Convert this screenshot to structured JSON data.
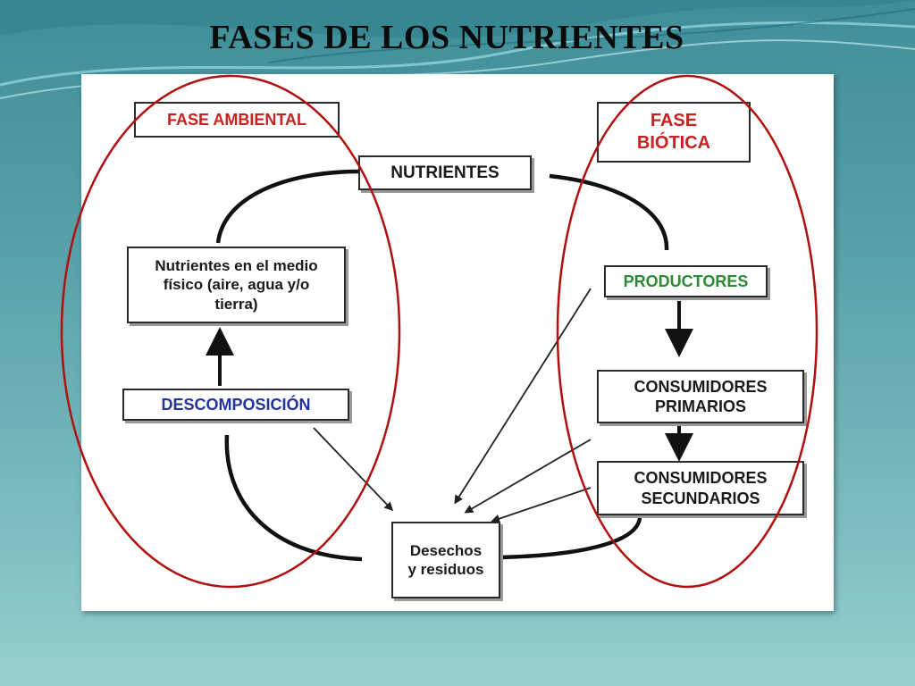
{
  "page": {
    "title": "FASES DE LOS NUTRIENTES"
  },
  "diagram": {
    "fase_ambiental": "FASE AMBIENTAL",
    "fase_biotica_line1": "FASE",
    "fase_biotica_line2": "BIÓTICA",
    "nutrientes": "NUTRIENTES",
    "medio_fisico_line1": "Nutrientes en el medio",
    "medio_fisico_line2": "físico (aire, agua y/o",
    "medio_fisico_line3": "tierra)",
    "productores": "PRODUCTORES",
    "consumidores_primarios_line1": "CONSUMIDORES",
    "consumidores_primarios_line2": "PRIMARIOS",
    "descomposicion": "DESCOMPOSICIÓN",
    "consumidores_secundarios_line1": "CONSUMIDORES",
    "consumidores_secundarios_line2": "SECUNDARIOS",
    "desechos_line1": "Desechos",
    "desechos_line2": "y residuos"
  },
  "colors": {
    "phase_label": "#c8211f",
    "productores": "#2c8a35",
    "descomposicion": "#22349a",
    "phase_ellipse": "#b01010"
  }
}
